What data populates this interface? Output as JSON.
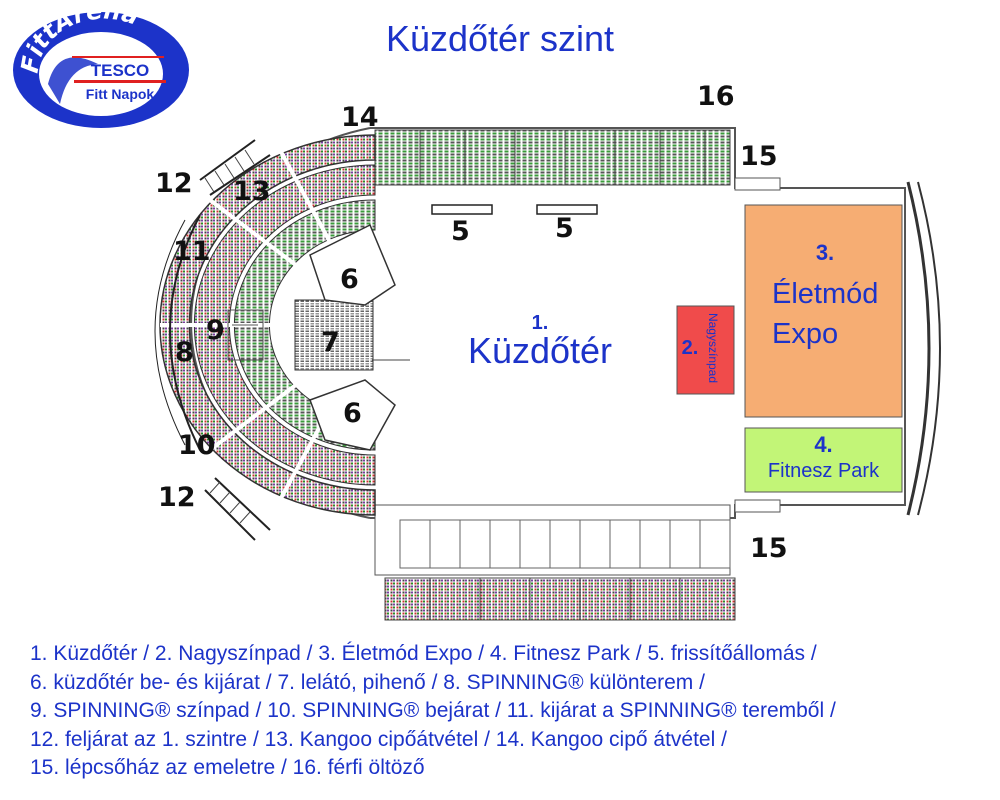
{
  "title": "Küzdőtér szint",
  "logo": {
    "arc_text": "FittAréna",
    "brand": "TESCO",
    "sub": "Fitt Napok"
  },
  "zones": {
    "z1_num": "1.",
    "z1_name": "Küzdőtér",
    "z2_num": "2.",
    "z2_name": "Nagyszínpad",
    "z3_num": "3.",
    "z3_line1": "Életmód",
    "z3_line2": "Expo",
    "z4_num": "4.",
    "z4_name": "Fitnesz Park"
  },
  "markers": {
    "m5a": "5",
    "m5b": "5",
    "m6a": "6",
    "m6b": "6",
    "m7": "7",
    "m8": "8",
    "m9": "9",
    "m10": "10",
    "m11": "11",
    "m12a": "12",
    "m12b": "12",
    "m13": "13",
    "m14": "14",
    "m15a": "15",
    "m15b": "15",
    "m16": "16"
  },
  "colors": {
    "title": "#1c33c9",
    "expo": "#f6ad73",
    "stage": "#f04b4b",
    "fitness": "#c2f577"
  },
  "legend": [
    "1. Küzdőtér / 2. Nagyszínpad / 3. Életmód Expo / 4. Fitnesz Park / 5. frissítőállomás /",
    "6. küzdőtér be- és kijárat / 7. lelátó, pihenő / 8. SPINNING® különterem /",
    "9. SPINNING® színpad / 10. SPINNING® bejárat / 11. kijárat a SPINNING® teremből /",
    "12. feljárat az 1. szintre / 13. Kangoo cipőátvétel / 14. Kangoo cipő átvétel /",
    "15. lépcsőház az emeletre / 16. férfi öltöző"
  ]
}
